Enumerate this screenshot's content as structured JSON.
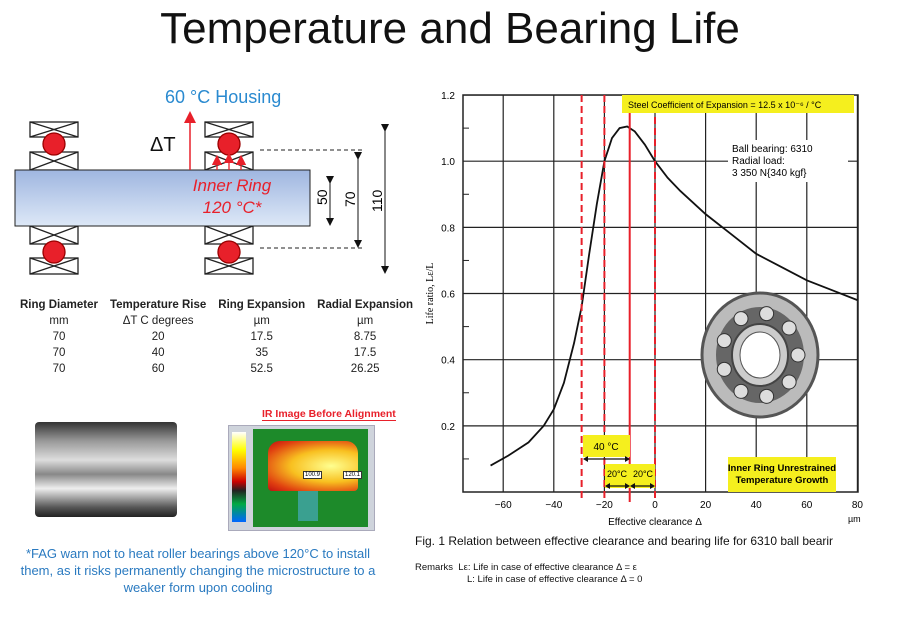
{
  "title": "Temperature and Bearing Life",
  "diagram": {
    "housing_label": "60 °C Housing",
    "delta_t": "ΔT",
    "inner_ring_line1": "Inner Ring",
    "inner_ring_line2": "120 °C*",
    "dim_50": "50",
    "dim_70": "70",
    "dim_110": "110"
  },
  "table": {
    "headers": [
      "Ring Diameter",
      "Temperature Rise",
      "Ring Expansion",
      "Radial Expansion"
    ],
    "units": [
      "mm",
      "ΔT C degrees",
      "µm",
      "µm"
    ],
    "rows": [
      [
        "70",
        "20",
        "17.5",
        "8.75"
      ],
      [
        "70",
        "40",
        "35",
        "17.5"
      ],
      [
        "70",
        "60",
        "52.5",
        "26.25"
      ]
    ]
  },
  "ir_image": {
    "title": "IR Image Before Alignment",
    "marker1": "100.9",
    "marker2": "120.1"
  },
  "note": "*FAG warn not to heat roller bearings above 120°C to install them, as it risks permanently changing the microstructure to a weaker form upon cooling",
  "chart_data": {
    "type": "line",
    "title": "Fig. 1  Relation between effective clearance and bearing life for 6310 ball bearir",
    "xlabel": "Effective clearance  Δ",
    "xunit": "µm",
    "ylabel": "Life ratio, Lε/L",
    "xlim": [
      -76,
      80
    ],
    "ylim": [
      0,
      1.2
    ],
    "xticks": [
      -60,
      -40,
      -20,
      0,
      20,
      40,
      60,
      80
    ],
    "yticks": [
      0.2,
      0.4,
      0.6,
      0.8,
      1.0,
      1.2
    ],
    "grid": true,
    "series": [
      {
        "name": "Ball bearing 6310",
        "x": [
          -65,
          -58,
          -50,
          -44,
          -40,
          -36,
          -32,
          -29,
          -26,
          -23,
          -20,
          -17,
          -14,
          -11,
          -8,
          -4,
          0,
          5,
          10,
          20,
          30,
          40,
          50,
          60,
          70,
          80
        ],
        "y": [
          0.08,
          0.11,
          0.15,
          0.2,
          0.25,
          0.33,
          0.45,
          0.56,
          0.72,
          0.87,
          1.0,
          1.07,
          1.1,
          1.105,
          1.09,
          1.05,
          1.0,
          0.95,
          0.91,
          0.84,
          0.78,
          0.72,
          0.68,
          0.64,
          0.61,
          0.58
        ]
      }
    ],
    "ref_lines": [
      {
        "x": -29,
        "style": "dashed"
      },
      {
        "x": -20,
        "style": "dashed"
      },
      {
        "x": -10,
        "style": "solid"
      },
      {
        "x": 0,
        "style": "dashed"
      }
    ],
    "annotations": {
      "coef": "Steel Coefficient of Expansion = 12.5 x 10⁻⁶ / °C",
      "bearing1": "Ball bearing: 6310",
      "bearing2": "Radial load:",
      "bearing3": "3 350 N{340 kgf}",
      "span40": "40 °C",
      "span20a": "20°C",
      "span20b": "20°C",
      "growth1": "Inner Ring Unrestrained",
      "growth2": "Temperature Growth"
    },
    "remarks_label": "Remarks",
    "remarks1": "Lε: Life in case of effective clearance Δ = ε",
    "remarks2": "L:  Life in case of effective clearance Δ = 0"
  },
  "colors": {
    "red": "#e8202a",
    "yellow": "#f5ef1e",
    "blue": "#2a8ad0"
  }
}
